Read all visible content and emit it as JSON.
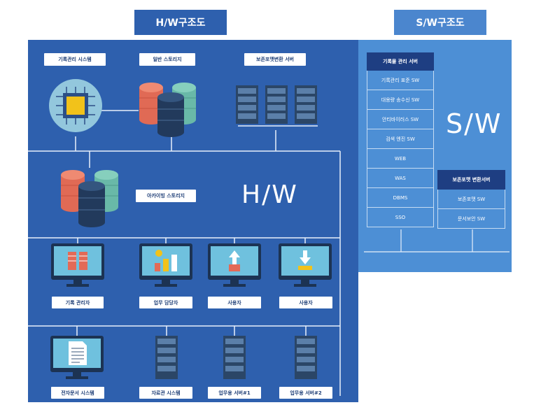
{
  "header": {
    "hw_title": "H/W구조도",
    "sw_title": "S/W구조도"
  },
  "hw": {
    "big_label": "H/W",
    "top": {
      "records_system": "기록관리 시스템",
      "general_storage": "일반 스토리지",
      "format_server": "보존포맷변환 서버"
    },
    "archive_storage": "아카이빙 스토리지",
    "terminals": [
      "기록 관리자",
      "업무 담당자",
      "사용자",
      "사용자"
    ],
    "bottom": [
      "전자문서 시스템",
      "자료관 시스템",
      "업무용 서버#1",
      "업무용 서버#2"
    ]
  },
  "sw": {
    "big_label": "S/W",
    "records_server": {
      "title": "기록물 관리 서버",
      "items": [
        "기록관리 표준 SW",
        "대용량 송수신 SW",
        "안티바이러스 SW",
        "검색 엔진 SW",
        "WEB",
        "WAS",
        "DBMS",
        "SSO"
      ]
    },
    "format_server": {
      "title": "보존포맷 변환서버",
      "items": [
        "보존포맷 SW",
        "문서보안 SW"
      ]
    }
  },
  "colors": {
    "hw_bg": "#2e60ae",
    "sw_bg": "#4d8fd5",
    "dark_navy": "#1e3e82"
  }
}
